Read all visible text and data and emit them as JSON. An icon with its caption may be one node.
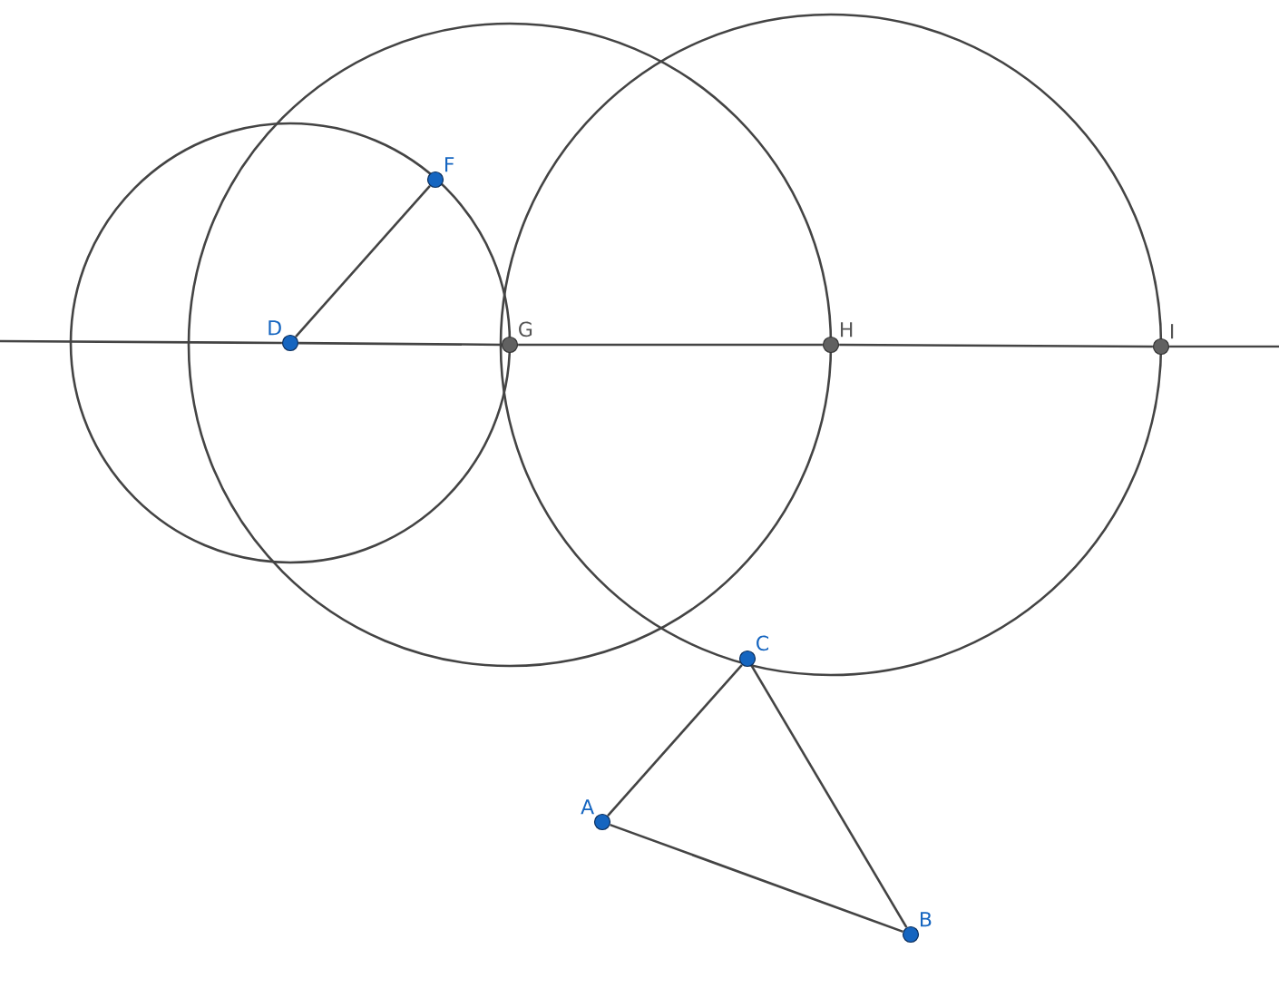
{
  "diagram": {
    "nodes": [
      {
        "text": [
          "D"
        ]
      },
      {
        "text": [
          "F"
        ]
      },
      {
        "text": [
          "G"
        ]
      },
      {
        "text": [
          "H"
        ]
      },
      {
        "text": [
          "I"
        ]
      },
      {
        "text": [
          "C"
        ]
      },
      {
        "text": [
          "A"
        ]
      },
      {
        "text": [
          "B"
        ]
      }
    ],
    "edges": [
      {
        "from": 0,
        "to": 1,
        "arrow": "none"
      },
      {
        "from": null,
        "to": 0,
        "arrow": "none"
      },
      {
        "from": 0,
        "to": 2,
        "arrow": "none"
      },
      {
        "from": 2,
        "to": 3,
        "arrow": "none"
      },
      {
        "from": 3,
        "to": 4,
        "arrow": "none"
      },
      {
        "from": 4,
        "to": null,
        "arrow": "none"
      },
      {
        "from": 6,
        "to": 5,
        "arrow": "none"
      },
      {
        "from": 5,
        "to": 7,
        "arrow": "none"
      },
      {
        "from": 6,
        "to": 7,
        "arrow": "none"
      }
    ]
  }
}
